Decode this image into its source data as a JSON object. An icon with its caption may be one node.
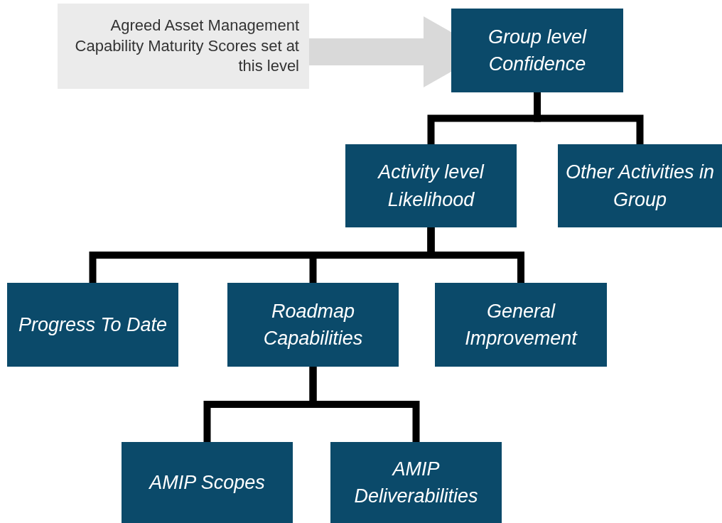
{
  "diagram": {
    "nodes": [
      {
        "text": [
          "Agreed Asset Management Capability Maturity Scores set at this level"
        ]
      },
      {
        "text": [
          "Group level Confidence"
        ]
      },
      {
        "text": [
          "Activity level Likelihood"
        ]
      },
      {
        "text": [
          "Other Activities in Group"
        ]
      },
      {
        "text": [
          "Progress To Date"
        ]
      },
      {
        "text": [
          "Roadmap Capabilities"
        ]
      },
      {
        "text": [
          "General Improvement"
        ]
      },
      {
        "text": [
          "AMIP Scopes"
        ]
      },
      {
        "text": [
          "AMIP Deliverabilities"
        ]
      }
    ],
    "edges": [
      {
        "from": 0,
        "to": 1,
        "arrow": "to",
        "style": "thick",
        "color": "#d9d9d9"
      },
      {
        "from": 1,
        "to": 2,
        "arrow": "none"
      },
      {
        "from": 1,
        "to": 3,
        "arrow": "none"
      },
      {
        "from": 2,
        "to": 4,
        "arrow": "none"
      },
      {
        "from": 2,
        "to": 5,
        "arrow": "none"
      },
      {
        "from": 2,
        "to": 6,
        "arrow": "none"
      },
      {
        "from": 5,
        "to": 7,
        "arrow": "none"
      },
      {
        "from": 5,
        "to": 8,
        "arrow": "none"
      }
    ]
  }
}
